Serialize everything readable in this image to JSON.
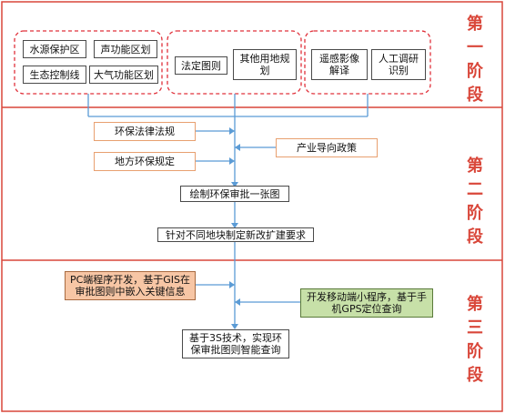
{
  "stages": [
    {
      "chars": [
        "第",
        "一",
        "阶",
        "段"
      ]
    },
    {
      "chars": [
        "第",
        "二",
        "阶",
        "段"
      ]
    },
    {
      "chars": [
        "第",
        "三",
        "阶",
        "段"
      ]
    }
  ],
  "group1": [
    "水源保护区",
    "声功能区划",
    "生态控制线",
    "大气功能区划"
  ],
  "group2": [
    "法定图则",
    "其他用地规划"
  ],
  "group3": [
    "遥感影像解译",
    "人工调研识别"
  ],
  "stage2": {
    "law": "环保法律法规",
    "local": "地方环保规定",
    "policy": "产业导向政策",
    "draw": "绘制环保审批一张图",
    "plan": "针对不同地块制定新改扩建要求"
  },
  "stage3": {
    "pc": "PC端程序开发，基于GIS在审批图则中嵌入关键信息",
    "mobile": "开发移动端小程序，基于手机GPS定位查询",
    "final": "基于3S技术，实现环保审批图则智能查询"
  }
}
